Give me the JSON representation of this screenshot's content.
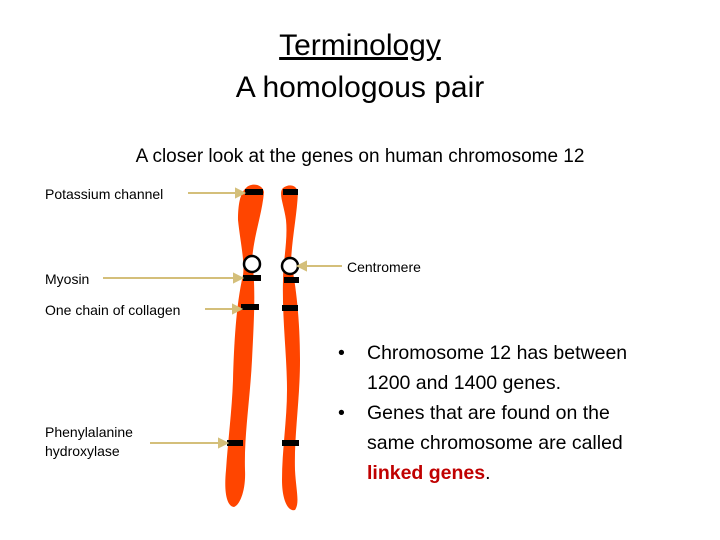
{
  "title_line1": "Terminology",
  "title_line2": "A homologous pair",
  "subtitle": "A closer look at the genes on human chromosome 12",
  "labels": {
    "potassium": "Potassium channel",
    "myosin": "Myosin",
    "collagen": "One chain of collagen",
    "phenylalanine_line1": "Phenylalanine",
    "phenylalanine_line2": "hydroxylase",
    "centromere": "Centromere"
  },
  "bullets": {
    "marker": "•",
    "b1_line1": "Chromosome 12 has between",
    "b1_line2": "1200 and 1400 genes.",
    "b2_line1": "Genes that are found on the",
    "b2_line2": "same chromosome are called",
    "b2_linked": "linked genes",
    "b2_end": "."
  },
  "colors": {
    "chromosome": "#ff4500",
    "gene_band": "#000000",
    "arrow": "#d4bf7a",
    "linked_text": "#c00000"
  }
}
